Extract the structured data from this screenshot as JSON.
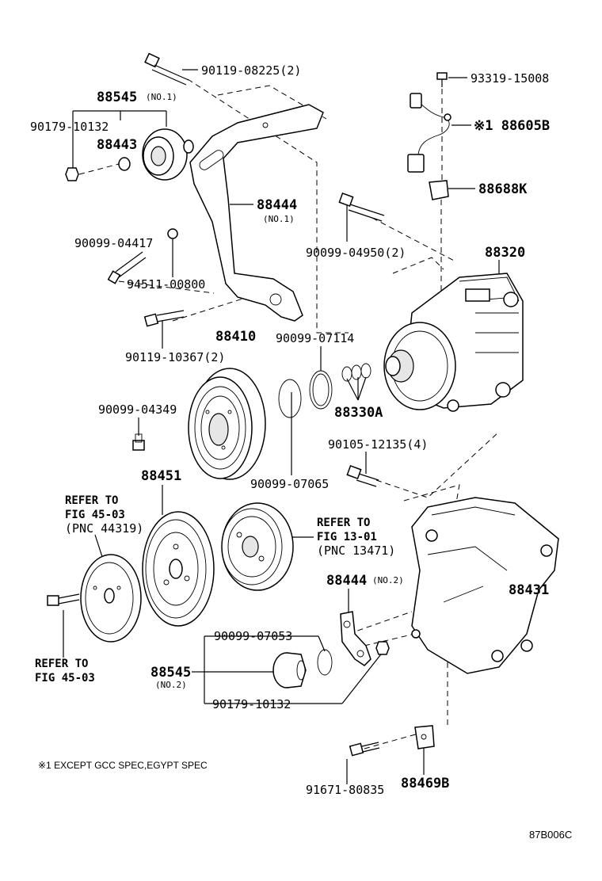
{
  "labels": {
    "p90119_08225": "90119-08225(2)",
    "p88545_top": "88545",
    "p88545_top_sub": "(NO.1)",
    "p90179_10132_top": "90179-10132",
    "p88443": "88443",
    "p88444_top": "88444",
    "p88444_top_sub": "(NO.1)",
    "p90099_04417": "90099-04417",
    "p94511_00800": "94511-00800",
    "p90119_10367": "90119-10367(2)",
    "p88410": "88410",
    "p90099_07114": "90099-07114",
    "p93319_15008": "93319-15008",
    "p88605B": "※1 88605B",
    "p88688K": "88688K",
    "p90099_04950": "90099-04950(2)",
    "p88320": "88320",
    "p88330A": "88330A",
    "p90099_04349": "90099-04349",
    "p90105_12135": "90105-12135(4)",
    "p90099_07065": "90099-07065",
    "p88451": "88451",
    "ref_45_03_a": [
      "REFER TO",
      "FIG 45-03",
      "(PNC 44319)"
    ],
    "ref_13_01": [
      "REFER TO",
      "FIG 13-01",
      "(PNC 13471)"
    ],
    "p88444_bot": "88444",
    "p88444_bot_sub": "(NO.2)",
    "p88431": "88431",
    "p90099_07053": "90099-07053",
    "p88545_bot": "88545",
    "p88545_bot_sub": "(NO.2)",
    "p90179_10132_bot": "90179-10132",
    "ref_45_03_b": [
      "REFER TO",
      "FIG 45-03"
    ],
    "footnote": "※1 EXCEPT GCC SPEC,EGYPT SPEC",
    "p91671_80835": "91671-80835",
    "p88469B": "88469B",
    "figure_code": "87B006C"
  }
}
